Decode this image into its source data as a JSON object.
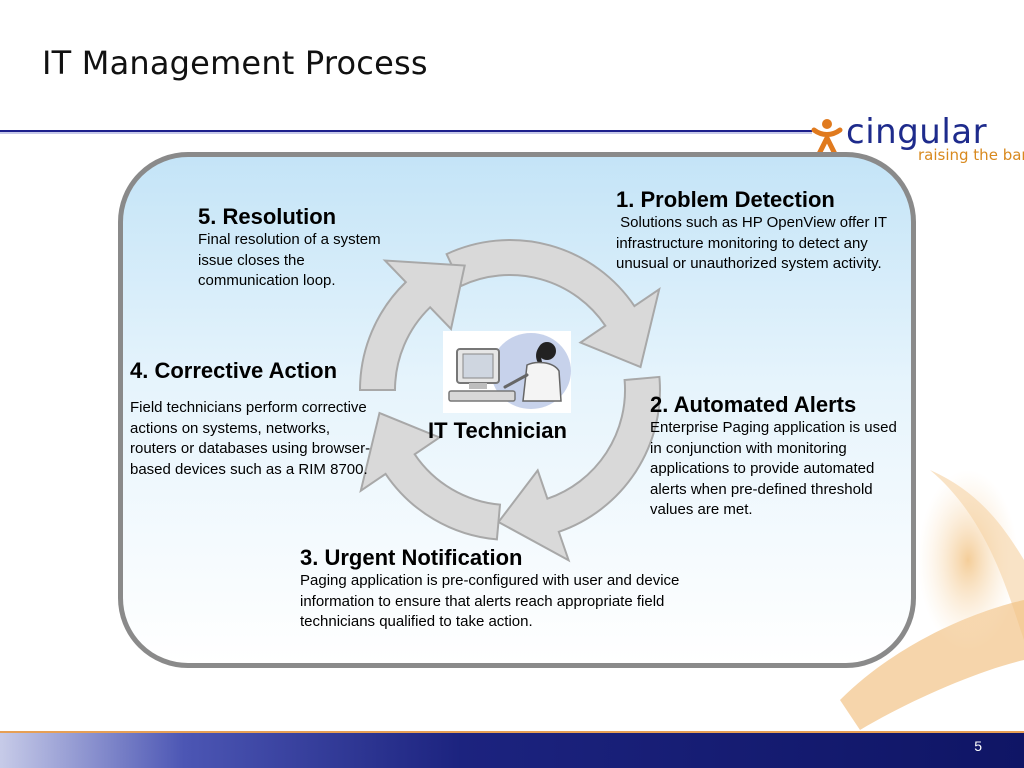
{
  "slide": {
    "title": "IT Management Process",
    "page_number": "5"
  },
  "logo": {
    "name": "cingular",
    "tagline": "raising the bar",
    "icon": "cingular-jack-icon"
  },
  "diagram": {
    "center_label": "IT Technician",
    "center_image": "computer-technician-illustration",
    "steps": [
      {
        "heading": "1. Problem Detection",
        "text": " Solutions such as HP OpenView offer IT infrastructure monitoring to detect any unusual or unauthorized system activity."
      },
      {
        "heading": "2. Automated Alerts",
        "text": "Enterprise Paging application is used in conjunction with monitoring applications to provide automated alerts when pre-defined threshold values are met."
      },
      {
        "heading": "3. Urgent Notification",
        "text": "Paging application is pre-configured with user and device information to ensure that alerts reach appropriate field technicians qualified to take action."
      },
      {
        "heading": "4. Corrective Action",
        "text": "Field technicians perform corrective actions on systems, networks, routers or databases using browser-based devices such as a RIM 8700."
      },
      {
        "heading": "5. Resolution",
        "text": "Final resolution of a system issue closes the communication loop."
      }
    ]
  },
  "colors": {
    "title_text": "#111111",
    "header_rule": "#1c1f8c",
    "logo_blue": "#1e2b8c",
    "logo_orange": "#d8891e",
    "panel_border": "#8a8a8a",
    "panel_fill_top": "#c4e4f7",
    "arrow_fill": "#d9d9d9",
    "arrow_stroke": "#a8a8a8",
    "footer_dark": "#0f1565"
  }
}
